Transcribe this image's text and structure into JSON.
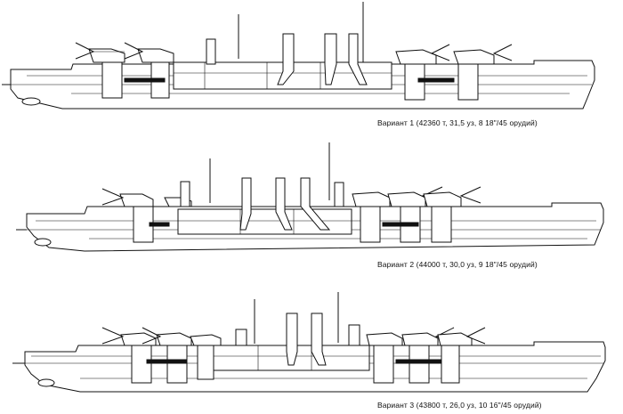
{
  "variants": [
    {
      "caption": "Вариант 1 (42360 т, 31,5 уз, 8 18\"/45 орудий)"
    },
    {
      "caption": "Вариант 2 (44000 т, 30,0 уз, 9 18\"/45 орудий)"
    },
    {
      "caption": "Вариант 3 (43800 т, 26,0 уз, 10 16\"/45 орудий)"
    }
  ]
}
